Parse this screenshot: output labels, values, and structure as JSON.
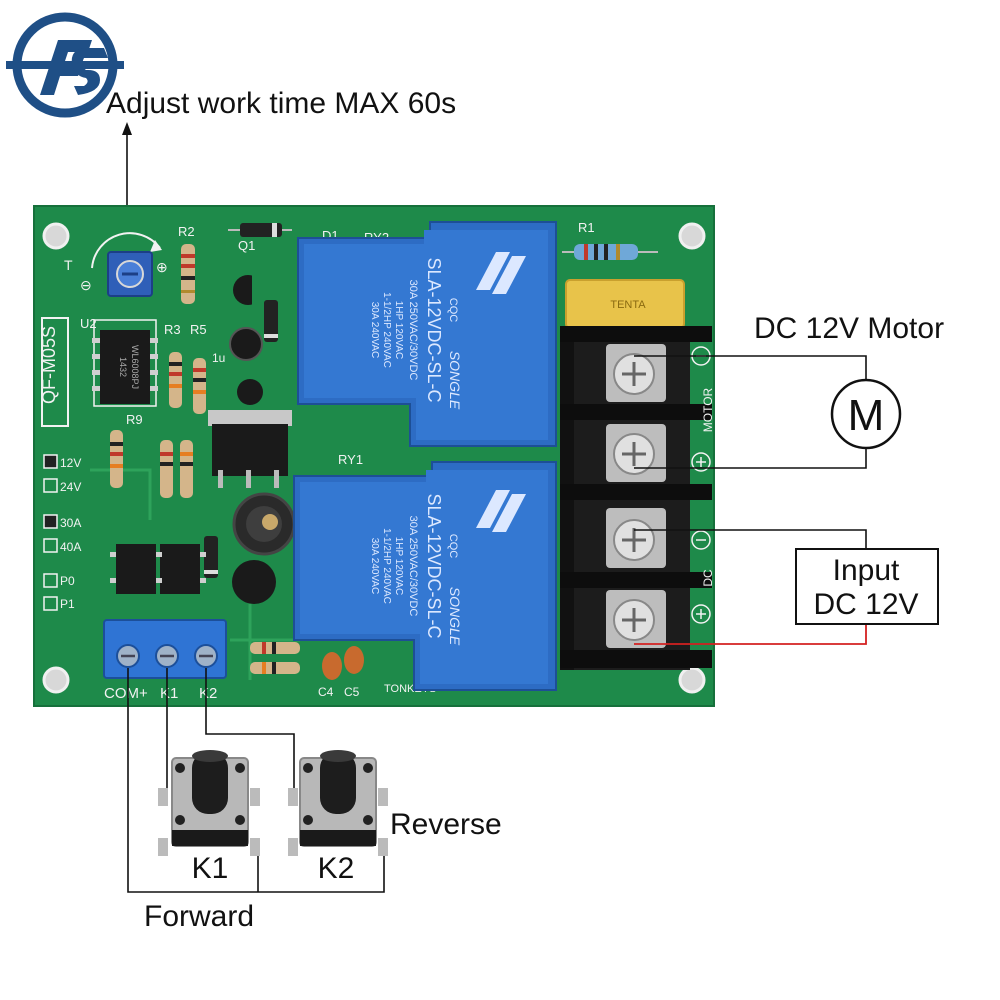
{
  "logo": {
    "icon": "fs-logo-icon",
    "color": "#1f4f86"
  },
  "annotations": {
    "adjust": "Adjust work time MAX 60s",
    "motor": "DC 12V Motor",
    "motor_symbol": "M",
    "input_line1": "Input",
    "input_line2": "DC 12V",
    "reverse": "Reverse",
    "forward": "Forward",
    "k1": "K1",
    "k2": "K2"
  },
  "board": {
    "model": "QF-M05S",
    "maker": "TONKEYS",
    "color": "#1e8a4a",
    "jumpers": [
      "12V",
      "24V",
      "30A",
      "40A",
      "P0",
      "P1"
    ],
    "terminal_labels": [
      "COM+",
      "K1",
      "K2"
    ],
    "side_labels": {
      "motor": "MOTOR",
      "dc": "DC"
    },
    "components": {
      "pot": "T",
      "r1": "R1",
      "r2": "R2",
      "r3": "R3",
      "r5": "R5",
      "r9": "R9",
      "u2": "U2",
      "q1": "Q1",
      "d1": "D1",
      "ry1": "RY1",
      "ry2": "RY2",
      "c4": "C4",
      "c5": "C5",
      "ic_text": "WL6008PJ",
      "ic_code": "1432",
      "cap_text": "1u",
      "fuse_text": "TENTA"
    }
  },
  "relays": [
    {
      "brand": "SONGLE",
      "model": "SLA-12VDC-SL-C",
      "rating_lines": [
        "1HP 120VAC",
        "1-1/2HP 240VAC",
        "30A 240VAC"
      ],
      "dc_lines": [
        "30A 250VAC/30VDC"
      ],
      "cert": "CQC"
    },
    {
      "brand": "SONGLE",
      "model": "SLA-12VDC-SL-C",
      "rating_lines": [
        "1HP 120VAC",
        "1-1/2HP 240VAC",
        "30A 240VAC"
      ],
      "dc_lines": [
        "30A 250VAC/30VDC"
      ],
      "cert": "CQC"
    }
  ]
}
